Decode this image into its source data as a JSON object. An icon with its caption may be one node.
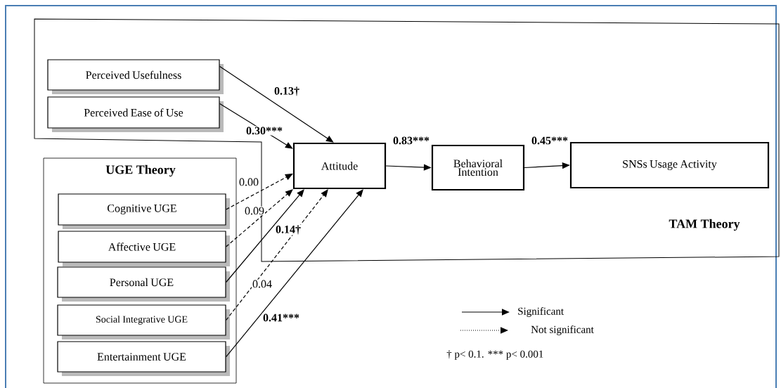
{
  "diagram": {
    "nodes": [
      {
        "text": [
          "TAM Theory"
        ]
      },
      {
        "text": [
          "Perceived Usefulness"
        ],
        "in": 0
      },
      {
        "text": [
          "Perceived Ease of Use"
        ],
        "in": 0
      },
      {
        "text": [
          "UGE Theory"
        ]
      },
      {
        "text": [
          "Cognitive UGE"
        ],
        "in": 3
      },
      {
        "text": [
          "Affective UGE"
        ],
        "in": 3
      },
      {
        "text": [
          "Personal UGE"
        ],
        "in": 3
      },
      {
        "text": [
          "Social Integrative UGE"
        ],
        "in": 3
      },
      {
        "text": [
          "Entertainment UGE"
        ],
        "in": 3
      },
      {
        "text": [
          "Attitude"
        ],
        "in": 0
      },
      {
        "text": [
          "Behavioral Intention"
        ],
        "in": 0
      },
      {
        "text": [
          "SNSs Usage Activity"
        ],
        "in": 0
      }
    ],
    "edges": [
      {
        "from": 1,
        "to": 9,
        "arrow": "to",
        "label": "0.13†"
      },
      {
        "from": 2,
        "to": 9,
        "arrow": "to",
        "label": "0.30***"
      },
      {
        "from": 4,
        "to": 9,
        "arrow": "to",
        "label": "0.00",
        "style": "dashed"
      },
      {
        "from": 5,
        "to": 9,
        "arrow": "to",
        "label": "0.09",
        "style": "dashed"
      },
      {
        "from": 6,
        "to": 9,
        "arrow": "to",
        "label": "0.14†"
      },
      {
        "from": 7,
        "to": 9,
        "arrow": "to",
        "label": "0.04",
        "style": "dashed"
      },
      {
        "from": 8,
        "to": 9,
        "arrow": "to",
        "label": "0.41***"
      },
      {
        "from": 9,
        "to": 10,
        "arrow": "to",
        "label": "0.83***"
      },
      {
        "from": 10,
        "to": 11,
        "arrow": "to",
        "label": "0.45***"
      }
    ],
    "labels": [
      "† p< 0.1. *** p< 0.001"
    ],
    "legend": [
      {
        "text": "Significant"
      },
      {
        "text": "Not significant"
      }
    ]
  }
}
